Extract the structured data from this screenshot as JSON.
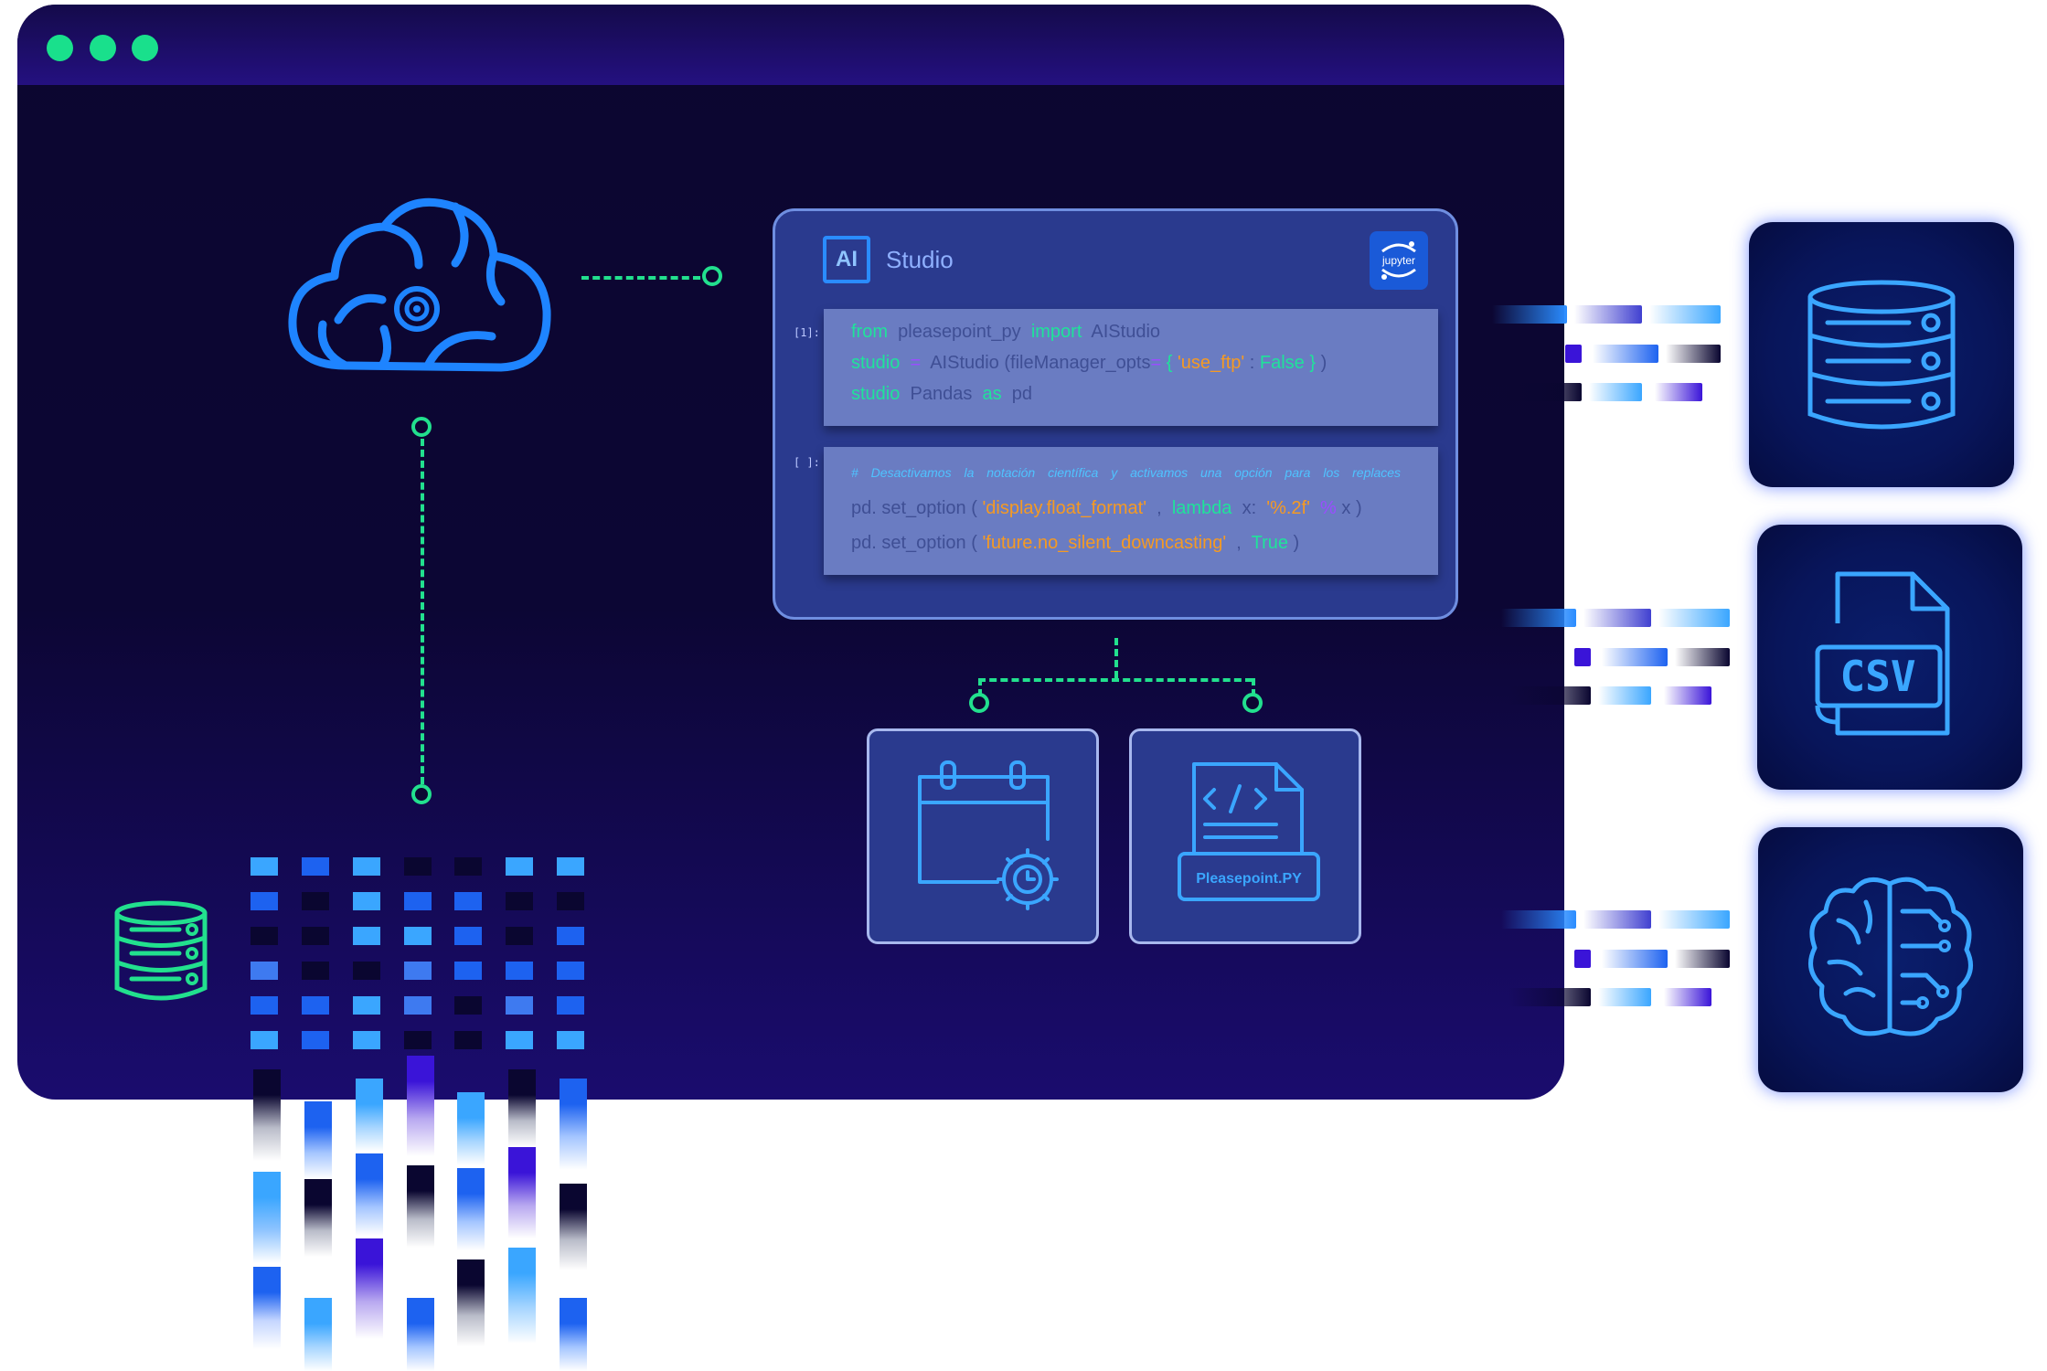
{
  "window": {
    "controls": [
      "close-dot",
      "minimize-dot",
      "maximize-dot"
    ]
  },
  "studio": {
    "badge": "AI",
    "title": "Studio",
    "jupyter_label": "jupyter",
    "cell1": {
      "prompt": "[1]:",
      "line1": {
        "kw1": "from",
        "mod": "pleasepoint_py",
        "kw2": "import",
        "name": "AIStudio"
      },
      "line2": {
        "var": "studio",
        "op": "=",
        "call": "AIStudio (fileManager_opts",
        "eq": "=",
        "ob": "{",
        "key": "'use_ftp'",
        "colon": ":",
        "val": "False",
        "cb": "}",
        "close": ")"
      },
      "line3": {
        "var": "studio",
        "name": "Pandas",
        "kw": "as",
        "alias": "pd"
      }
    },
    "cell2": {
      "prompt": "[ ]:",
      "comment": "# Desactivamos la notación científica y activamos una opción para los replaces",
      "line1": {
        "fn": "pd. set_option (",
        "str": "'display.float_format'",
        "comma": ",",
        "kw": "lambda",
        "x": "x:",
        "fmt": "'%.2f'",
        "pct": "%",
        "tail": "x )"
      },
      "line2": {
        "fn": "pd. set_option (",
        "str": "'future.no_silent_downcasting'",
        "comma": ",",
        "val": "True",
        "close": ")"
      }
    }
  },
  "tiles": {
    "script_label": "Pleasepoint.PY"
  },
  "cards": {
    "csv_label": "CSV"
  },
  "colors": {
    "accent_green": "#22e08e",
    "icon_blue": "#2a8cff",
    "panel": "#2a3a8e"
  }
}
